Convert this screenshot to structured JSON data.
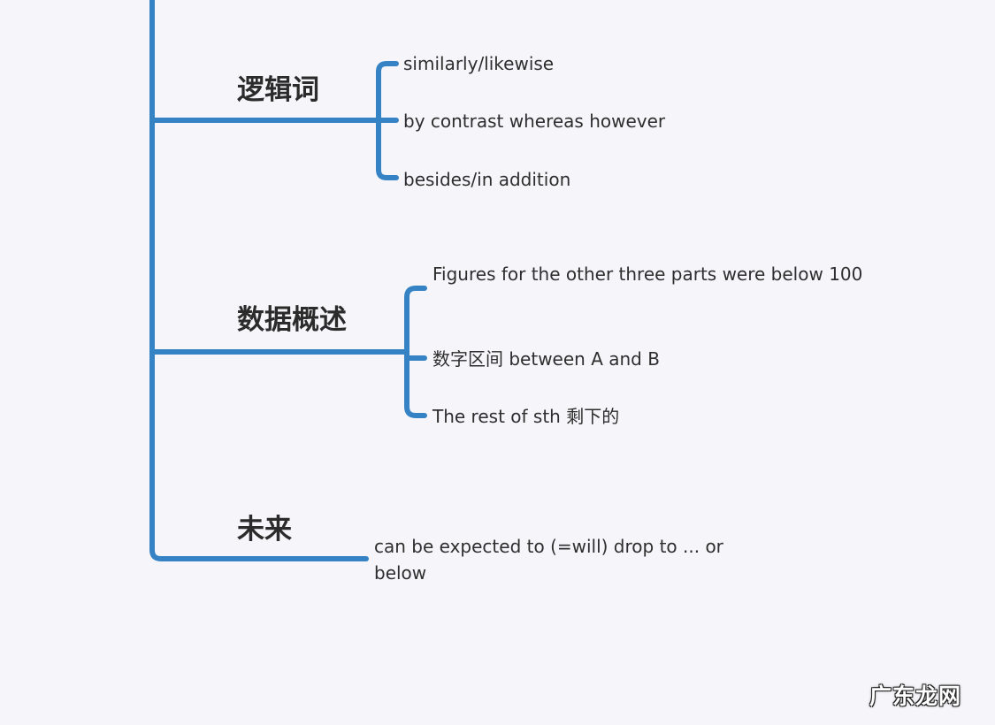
{
  "colors": {
    "line": "#3582c4",
    "background": "#f6f6fa",
    "text": "#2e2e2e"
  },
  "branches": [
    {
      "label": "逻辑词",
      "items": [
        "similarly/likewise",
        "by contrast whereas however",
        "besides/in addition"
      ]
    },
    {
      "label": "数据概述",
      "items": [
        "Figures for the other three parts were below 100",
        "数字区间 between A and B",
        "The rest of sth 剩下的"
      ]
    },
    {
      "label": "未来",
      "items": [
        "can be expected to (=will) drop to ... or below"
      ]
    }
  ],
  "watermark": "广东龙网"
}
